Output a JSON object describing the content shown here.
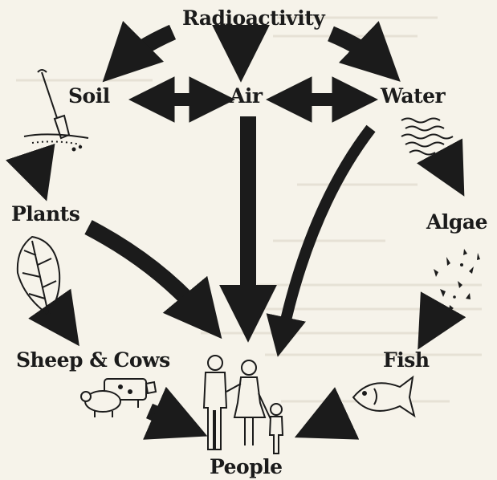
{
  "nodes": {
    "radioactivity": "Radioactivity",
    "soil": "Soil",
    "air": "Air",
    "water": "Water",
    "plants": "Plants",
    "algae": "Algae",
    "sheep_cows": "Sheep & Cows",
    "fish": "Fish",
    "people": "People"
  },
  "colors": {
    "ink": "#1b1b1b",
    "paper": "#f6f3ea",
    "faded_text": "#cfc9bb"
  },
  "icons": [
    "shovel-soil-icon",
    "water-waves-icon",
    "leaf-icon",
    "algae-icon",
    "sheep-cows-icon",
    "fish-icon",
    "family-icon"
  ]
}
